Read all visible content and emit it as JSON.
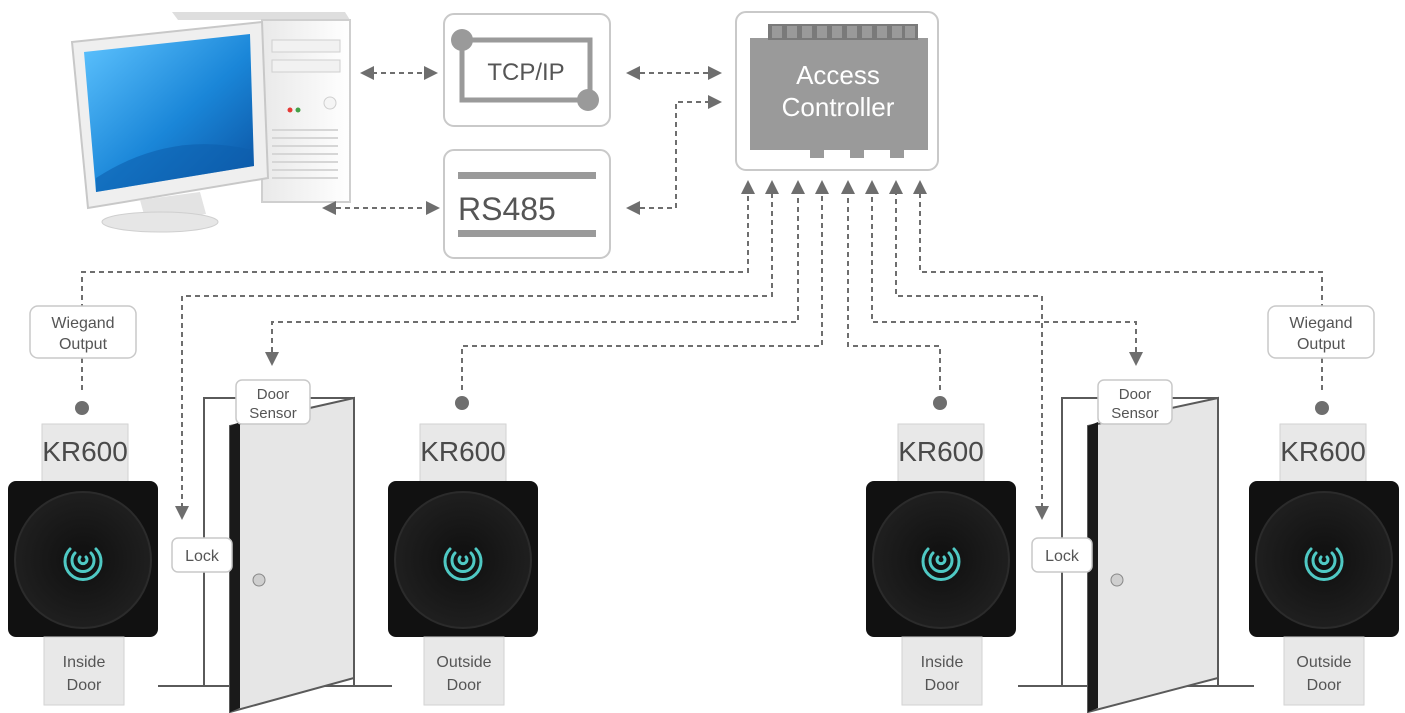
{
  "network": {
    "tcpip_label": "TCP/IP",
    "rs485_label": "RS485"
  },
  "controller": {
    "line1": "Access",
    "line2": "Controller"
  },
  "left": {
    "wiegand_line1": "Wiegand",
    "wiegand_line2": "Output",
    "inside_reader_model": "KR600",
    "inside_line1": "Inside",
    "inside_line2": "Door",
    "door_sensor_line1": "Door",
    "door_sensor_line2": "Sensor",
    "lock": "Lock",
    "outside_reader_model": "KR600",
    "outside_line1": "Outside",
    "outside_line2": "Door"
  },
  "right": {
    "inside_reader_model": "KR600",
    "inside_line1": "Inside",
    "inside_line2": "Door",
    "door_sensor_line1": "Door",
    "door_sensor_line2": "Sensor",
    "lock": "Lock",
    "outside_reader_model": "KR600",
    "outside_line1": "Outside",
    "outside_line2": "Door",
    "wiegand_line1": "Wiegand",
    "wiegand_line2": "Output"
  },
  "colors": {
    "reader_ring": "#4fc9c4",
    "controller_fill": "#9a9a9a",
    "monitor_screen": "#1a86d8"
  }
}
